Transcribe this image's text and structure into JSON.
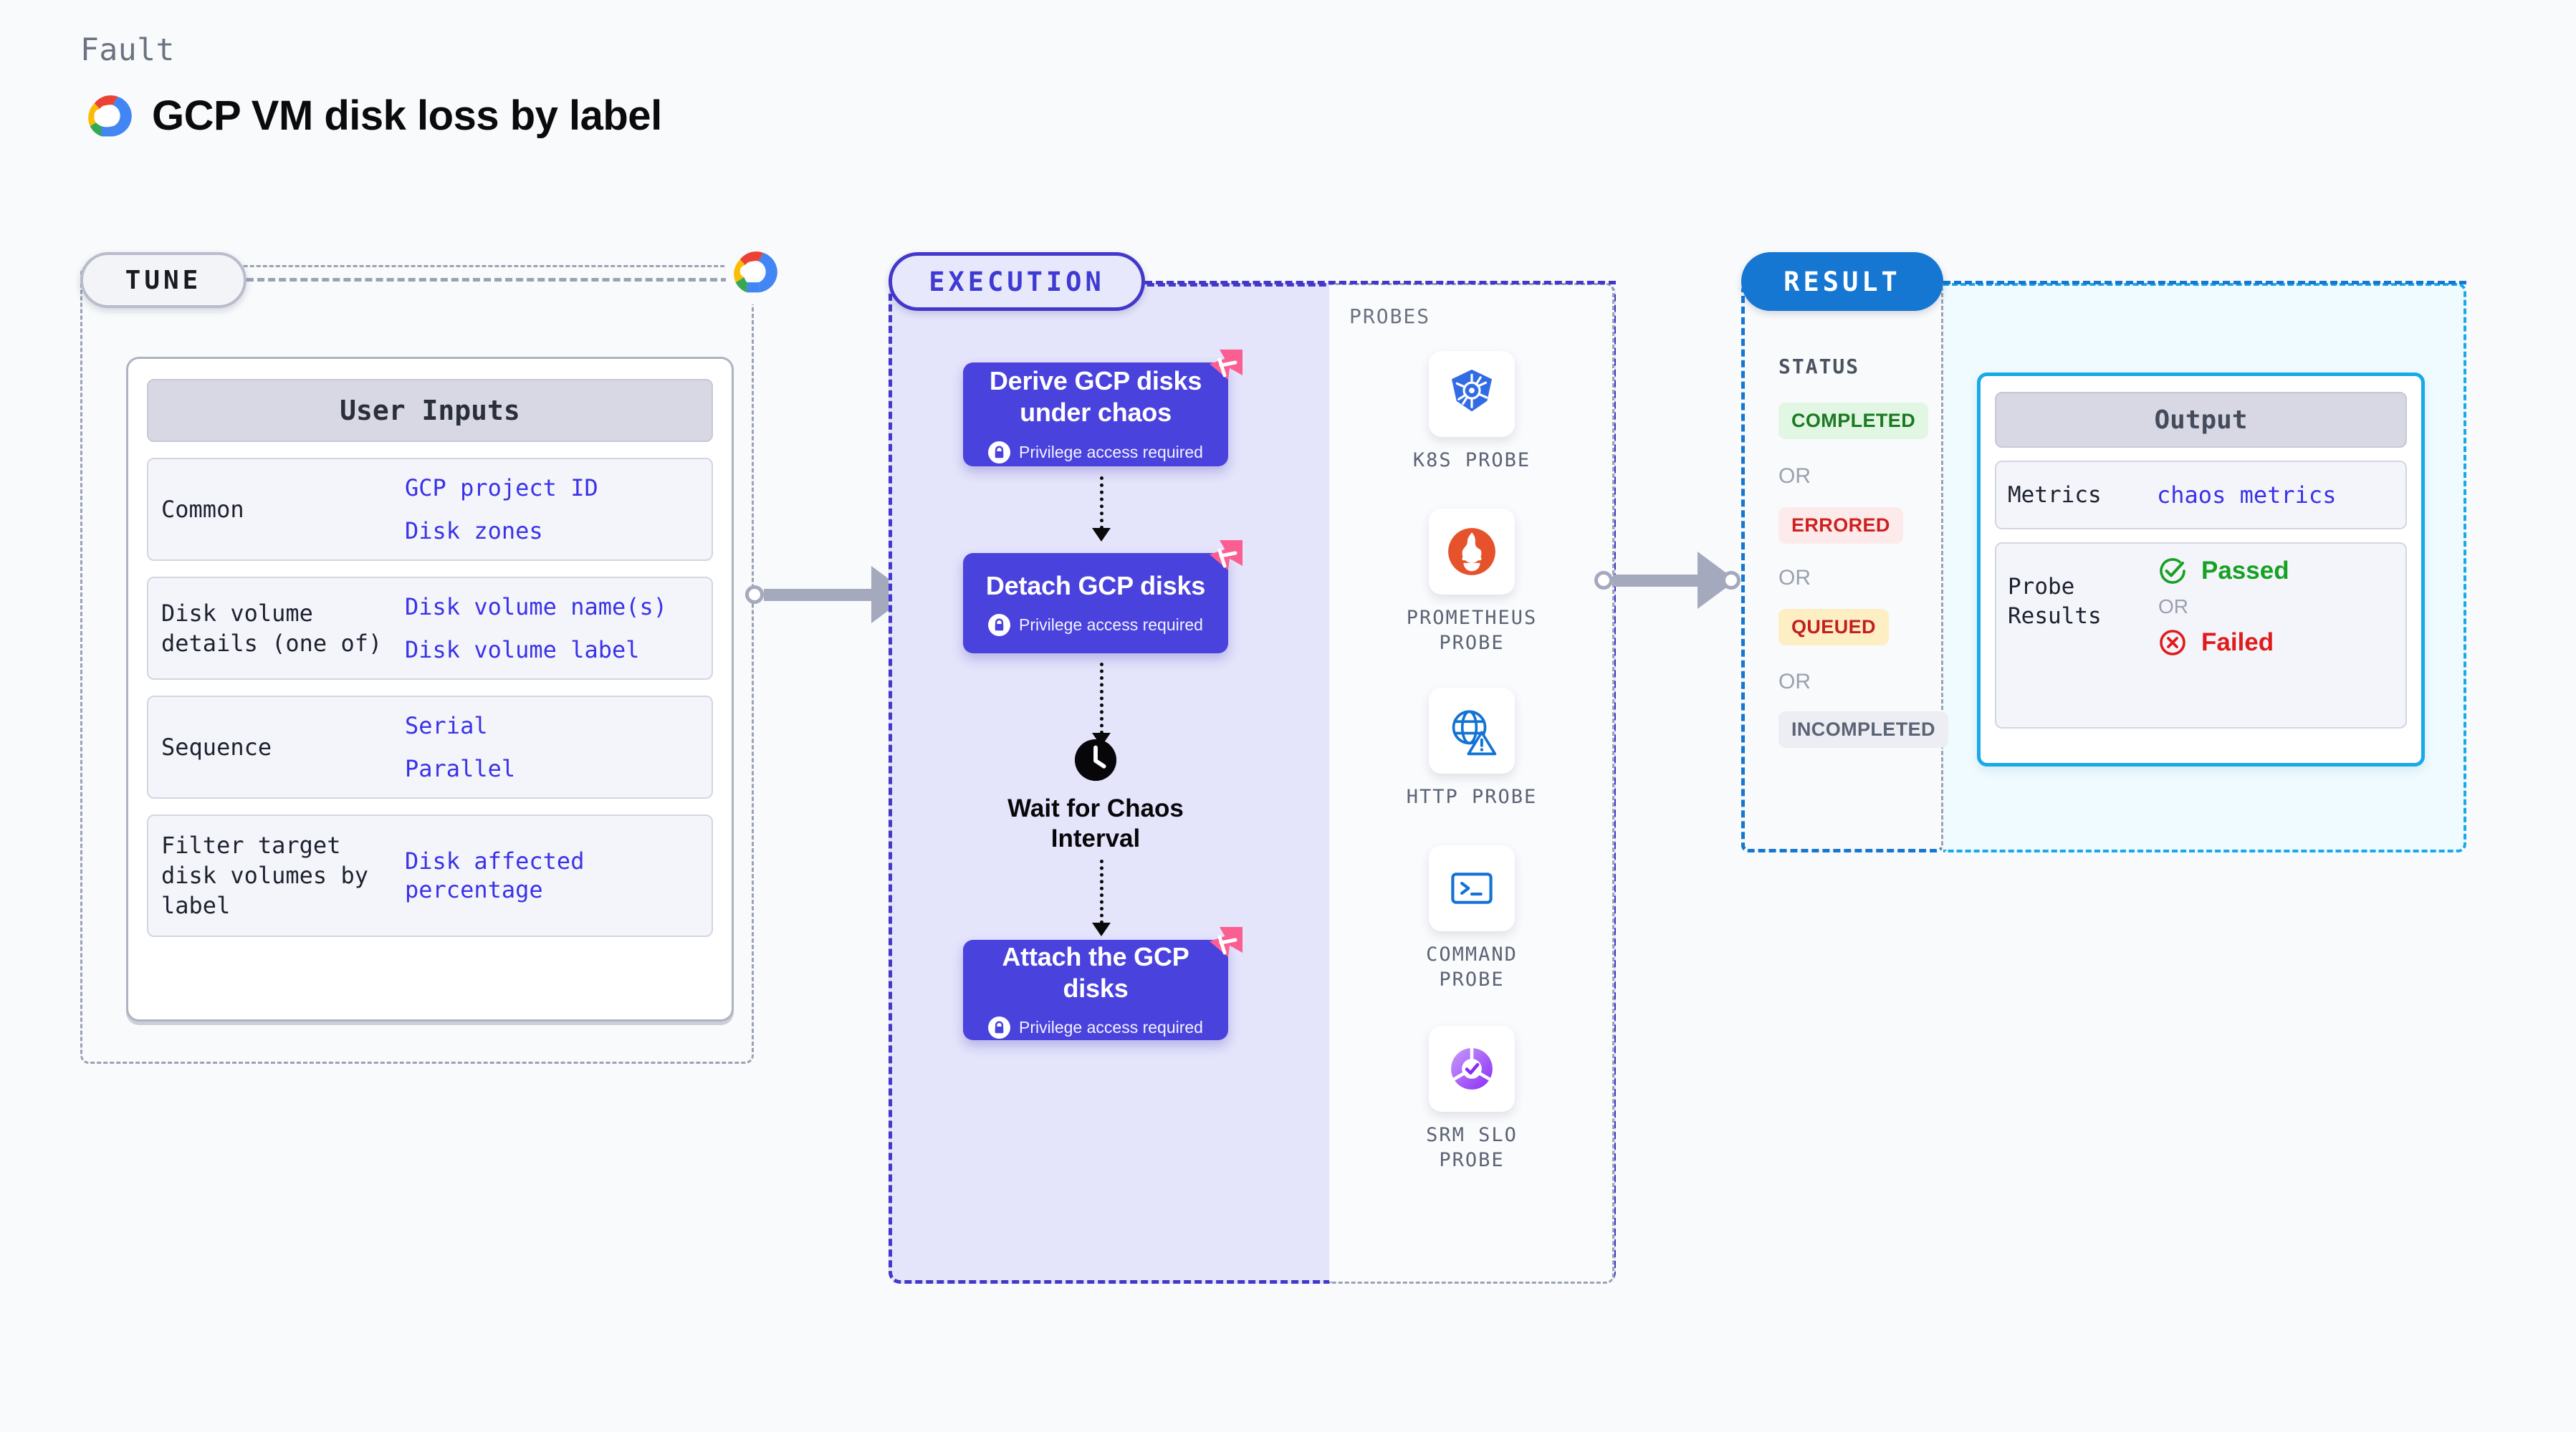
{
  "header": {
    "kicker": "Fault",
    "title": "GCP VM disk loss by label",
    "logo_icon": "google-cloud-logo"
  },
  "tune": {
    "badge": "TUNE",
    "logo_icon": "google-cloud-logo",
    "card_title": "User Inputs",
    "rows": [
      {
        "key": "Common",
        "values": [
          "GCP project ID",
          "Disk zones"
        ]
      },
      {
        "key": "Disk volume details (one of)",
        "values": [
          "Disk volume name(s)",
          "Disk volume label"
        ]
      },
      {
        "key": "Sequence",
        "values": [
          "Serial",
          "Parallel"
        ]
      },
      {
        "key": "Filter target disk volumes by label",
        "values": [
          "Disk affected percentage"
        ]
      }
    ]
  },
  "execution": {
    "badge": "EXECUTION",
    "cards": [
      {
        "title": "Derive GCP disks under chaos",
        "sub": "Privilege access required",
        "lock_icon": "lock-icon",
        "ribbon_icon": "chaos-ribbon-icon"
      },
      {
        "title": "Detach GCP disks",
        "sub": "Privilege access required",
        "lock_icon": "lock-icon",
        "ribbon_icon": "chaos-ribbon-icon"
      },
      {
        "title": "Attach the GCP disks",
        "sub": "Privilege access required",
        "lock_icon": "lock-icon",
        "ribbon_icon": "chaos-ribbon-icon"
      }
    ],
    "wait": {
      "label": "Wait for Chaos Interval",
      "icon": "clock-icon"
    }
  },
  "probes": {
    "title": "PROBES",
    "items": [
      {
        "label": "K8S PROBE",
        "icon": "kubernetes-icon"
      },
      {
        "label": "PROMETHEUS PROBE",
        "icon": "prometheus-icon"
      },
      {
        "label": "HTTP PROBE",
        "icon": "http-globe-warning-icon"
      },
      {
        "label": "COMMAND PROBE",
        "icon": "terminal-icon"
      },
      {
        "label": "SRM SLO PROBE",
        "icon": "srm-slo-icon"
      }
    ]
  },
  "result": {
    "badge": "RESULT",
    "status_title": "STATUS",
    "or_label": "OR",
    "statuses": [
      {
        "label": "COMPLETED",
        "bg": "#e2f6e4",
        "color": "#1a7a1f"
      },
      {
        "label": "ERRORED",
        "bg": "#fdebeb",
        "color": "#cf2020"
      },
      {
        "label": "QUEUED",
        "bg": "#fdeec4",
        "color": "#c41f1f"
      },
      {
        "label": "INCOMPLETED",
        "bg": "#eceef3",
        "color": "#5b6374"
      }
    ],
    "output": {
      "card_title": "Output",
      "metrics_key": "Metrics",
      "metrics_value": "chaos metrics",
      "probe_key": "Probe Results",
      "passed": "Passed",
      "failed": "Failed",
      "or_label": "OR",
      "passed_icon": "check-circle-icon",
      "failed_icon": "x-circle-icon"
    }
  },
  "connectors": {
    "tune_to_exec": "arrow-right",
    "exec_to_result": "arrow-right"
  },
  "colors": {
    "indigo": "#4a42dd",
    "blue": "#1677d2",
    "cyan": "#17a9e8",
    "pink": "#fb5f91",
    "grey": "#9aa3b2",
    "value_blue": "#3a32e8"
  }
}
